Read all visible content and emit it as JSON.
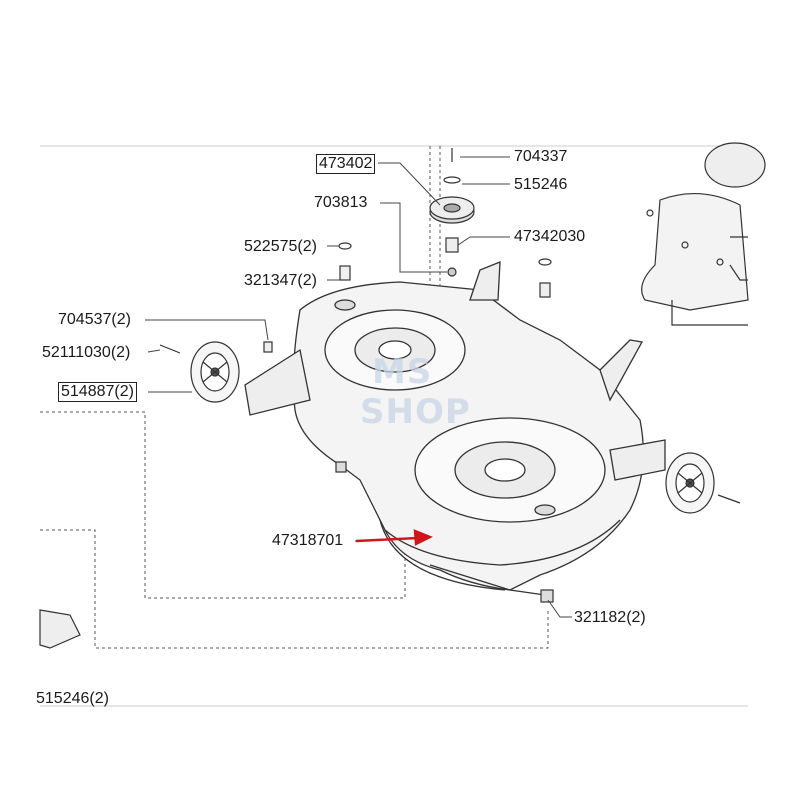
{
  "parts": {
    "p473402": "473402",
    "p704337": "704337",
    "p515246": "515246",
    "p703813": "703813",
    "p522575": "522575(2)",
    "p47342030": "47342030",
    "p321347": "321347(2)",
    "p704537": "704537(2)",
    "p52111030": "52111030(2)",
    "p514887": "514887(2)",
    "p47318701": "47318701",
    "p321182": "321182(2)",
    "p515246x2": "515246(2)"
  },
  "watermark": {
    "line1": "MS",
    "line2": "SHOP"
  },
  "colors": {
    "line": "#333333",
    "arrow": "#d0161b",
    "deck": "#f4f4f4"
  }
}
